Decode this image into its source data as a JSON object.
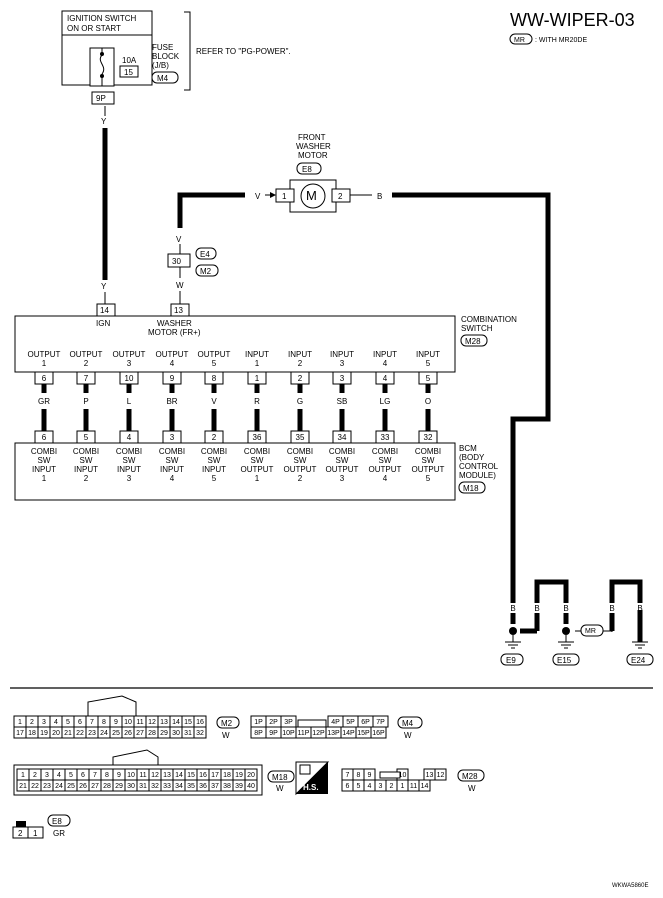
{
  "title": "WW-WIPER-03",
  "mr_note": {
    "tag": "MR",
    "text": ": WITH MR20DE"
  },
  "ignition": {
    "line1": "IGNITION SWITCH",
    "line2": "ON OR START"
  },
  "fuse_block": {
    "line1": "FUSE",
    "line2": "BLOCK",
    "line3": "(J/B)",
    "connector": "M4",
    "amps": "10A",
    "fuse_no": "15",
    "pin": "9P",
    "note": "REFER TO \"PG-POWER\"."
  },
  "motor": {
    "line1": "FRONT",
    "line2": "WASHER",
    "line3": "MOTOR",
    "connector": "E8",
    "symbol": "M",
    "pin_left": "1",
    "pin_right": "2"
  },
  "wires": {
    "y_top": "Y",
    "y_bottom": "Y",
    "v_left": "V",
    "b_right": "B",
    "v_down": "V",
    "w": "W",
    "join_pin": "30",
    "join_conn_top": "E4",
    "join_conn_bottom": "M2"
  },
  "combination_switch": {
    "name_line1": "COMBINATION",
    "name_line2": "SWITCH",
    "connector": "M28",
    "ign_pin": "14",
    "ign_label": "IGN",
    "washer_pin": "13",
    "washer_label1": "WASHER",
    "washer_label2": "MOTOR (FR+)",
    "terminals": [
      {
        "l1": "OUTPUT",
        "l2": "1",
        "pin": "6"
      },
      {
        "l1": "OUTPUT",
        "l2": "2",
        "pin": "7"
      },
      {
        "l1": "OUTPUT",
        "l2": "3",
        "pin": "10"
      },
      {
        "l1": "OUTPUT",
        "l2": "4",
        "pin": "9"
      },
      {
        "l1": "OUTPUT",
        "l2": "5",
        "pin": "8"
      },
      {
        "l1": "INPUT",
        "l2": "1",
        "pin": "1"
      },
      {
        "l1": "INPUT",
        "l2": "2",
        "pin": "2"
      },
      {
        "l1": "INPUT",
        "l2": "3",
        "pin": "3"
      },
      {
        "l1": "INPUT",
        "l2": "4",
        "pin": "4"
      },
      {
        "l1": "INPUT",
        "l2": "5",
        "pin": "5"
      }
    ]
  },
  "harness_colors": [
    "GR",
    "P",
    "L",
    "BR",
    "V",
    "R",
    "G",
    "SB",
    "LG",
    "O"
  ],
  "bcm": {
    "name_line1": "BCM",
    "name_line2": "(BODY",
    "name_line3": "CONTROL",
    "name_line4": "MODULE)",
    "connector": "M18",
    "terminals": [
      {
        "pin": "6",
        "l1": "COMBI",
        "l2": "SW",
        "l3": "INPUT",
        "l4": "1"
      },
      {
        "pin": "5",
        "l1": "COMBI",
        "l2": "SW",
        "l3": "INPUT",
        "l4": "2"
      },
      {
        "pin": "4",
        "l1": "COMBI",
        "l2": "SW",
        "l3": "INPUT",
        "l4": "3"
      },
      {
        "pin": "3",
        "l1": "COMBI",
        "l2": "SW",
        "l3": "INPUT",
        "l4": "4"
      },
      {
        "pin": "2",
        "l1": "COMBI",
        "l2": "SW",
        "l3": "INPUT",
        "l4": "5"
      },
      {
        "pin": "36",
        "l1": "COMBI",
        "l2": "SW",
        "l3": "OUTPUT",
        "l4": "1"
      },
      {
        "pin": "35",
        "l1": "COMBI",
        "l2": "SW",
        "l3": "OUTPUT",
        "l4": "2"
      },
      {
        "pin": "34",
        "l1": "COMBI",
        "l2": "SW",
        "l3": "OUTPUT",
        "l4": "3"
      },
      {
        "pin": "33",
        "l1": "COMBI",
        "l2": "SW",
        "l3": "OUTPUT",
        "l4": "4"
      },
      {
        "pin": "32",
        "l1": "COMBI",
        "l2": "SW",
        "l3": "OUTPUT",
        "l4": "5"
      }
    ]
  },
  "grounds": {
    "wire_labels": [
      "B",
      "B",
      "B",
      "B",
      "B"
    ],
    "labels": [
      "E9",
      "E15",
      "E24"
    ],
    "mr_tag": "MR"
  },
  "connectors": {
    "m2": {
      "name": "M2",
      "color": "W",
      "top": [
        "1",
        "2",
        "3",
        "4",
        "5",
        "6",
        "7",
        "8",
        "9",
        "10",
        "11",
        "12",
        "13",
        "14",
        "15",
        "16"
      ],
      "bottom": [
        "17",
        "18",
        "19",
        "20",
        "21",
        "22",
        "23",
        "24",
        "25",
        "26",
        "27",
        "28",
        "29",
        "30",
        "31",
        "32"
      ]
    },
    "m4": {
      "name": "M4",
      "color": "W",
      "top": [
        "1P",
        "2P",
        "3P",
        "4P",
        "5P",
        "6P",
        "7P"
      ],
      "bottom": [
        "8P",
        "9P",
        "10P",
        "11P",
        "12P",
        "13P",
        "14P",
        "15P",
        "16P"
      ]
    },
    "m18": {
      "name": "M18",
      "color": "W",
      "top": [
        "1",
        "2",
        "3",
        "4",
        "5",
        "6",
        "7",
        "8",
        "9",
        "10",
        "11",
        "12",
        "13",
        "14",
        "15",
        "16",
        "17",
        "18",
        "19",
        "20"
      ],
      "bottom": [
        "21",
        "22",
        "23",
        "24",
        "25",
        "26",
        "27",
        "28",
        "29",
        "30",
        "31",
        "32",
        "33",
        "34",
        "35",
        "36",
        "37",
        "38",
        "39",
        "40"
      ]
    },
    "m28": {
      "name": "M28",
      "color": "W",
      "top": [
        "7",
        "8",
        "9",
        "10",
        "13",
        "12"
      ],
      "bottom": [
        "6",
        "5",
        "4",
        "3",
        "2",
        "1",
        "11",
        "14"
      ]
    },
    "e8": {
      "name": "E8",
      "color": "GR",
      "pins": [
        "2",
        "1"
      ]
    },
    "hs": "H.S."
  },
  "footer_code": "WKWA5860E"
}
